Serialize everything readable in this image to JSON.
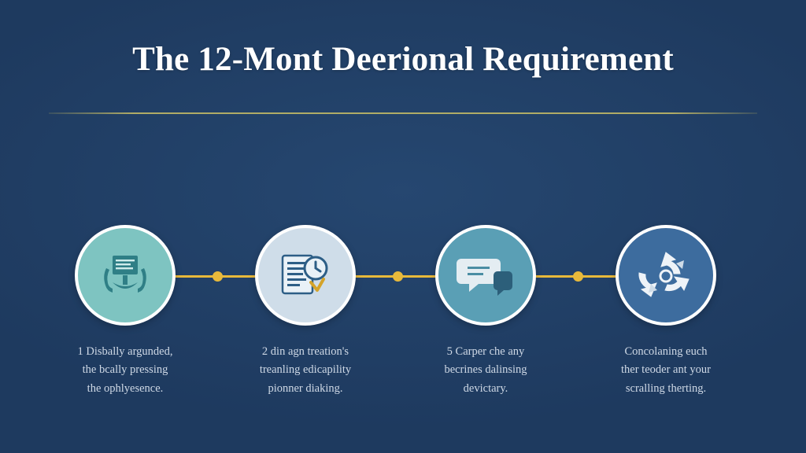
{
  "slide": {
    "title": "The 12-Mont Deerional Requirement",
    "background_color": "#1e3a5f",
    "rule_color": "#c9be66",
    "connector_color": "#e8b93b"
  },
  "timeline": {
    "steps": [
      {
        "icon": "hands-document-icon",
        "circle_color": "#7ec4c1",
        "caption_lines": [
          "1 Disbally argunded,",
          "the bcally pressing",
          "the ophlyesence."
        ]
      },
      {
        "icon": "checklist-clock-icon",
        "circle_color": "#cfdde9",
        "caption_lines": [
          "2 din agn treation's",
          "treanling edicapility",
          "pionner diaking."
        ]
      },
      {
        "icon": "speech-bubble-icon",
        "circle_color": "#5a9fb5",
        "caption_lines": [
          "5 Carper che any",
          "becrines dalinsing",
          "devictary."
        ]
      },
      {
        "icon": "cycle-arrows-icon",
        "circle_color": "#3d6c9e",
        "caption_lines": [
          "Concolaning euch",
          "ther teoder ant your",
          "scralling therting."
        ]
      }
    ]
  }
}
